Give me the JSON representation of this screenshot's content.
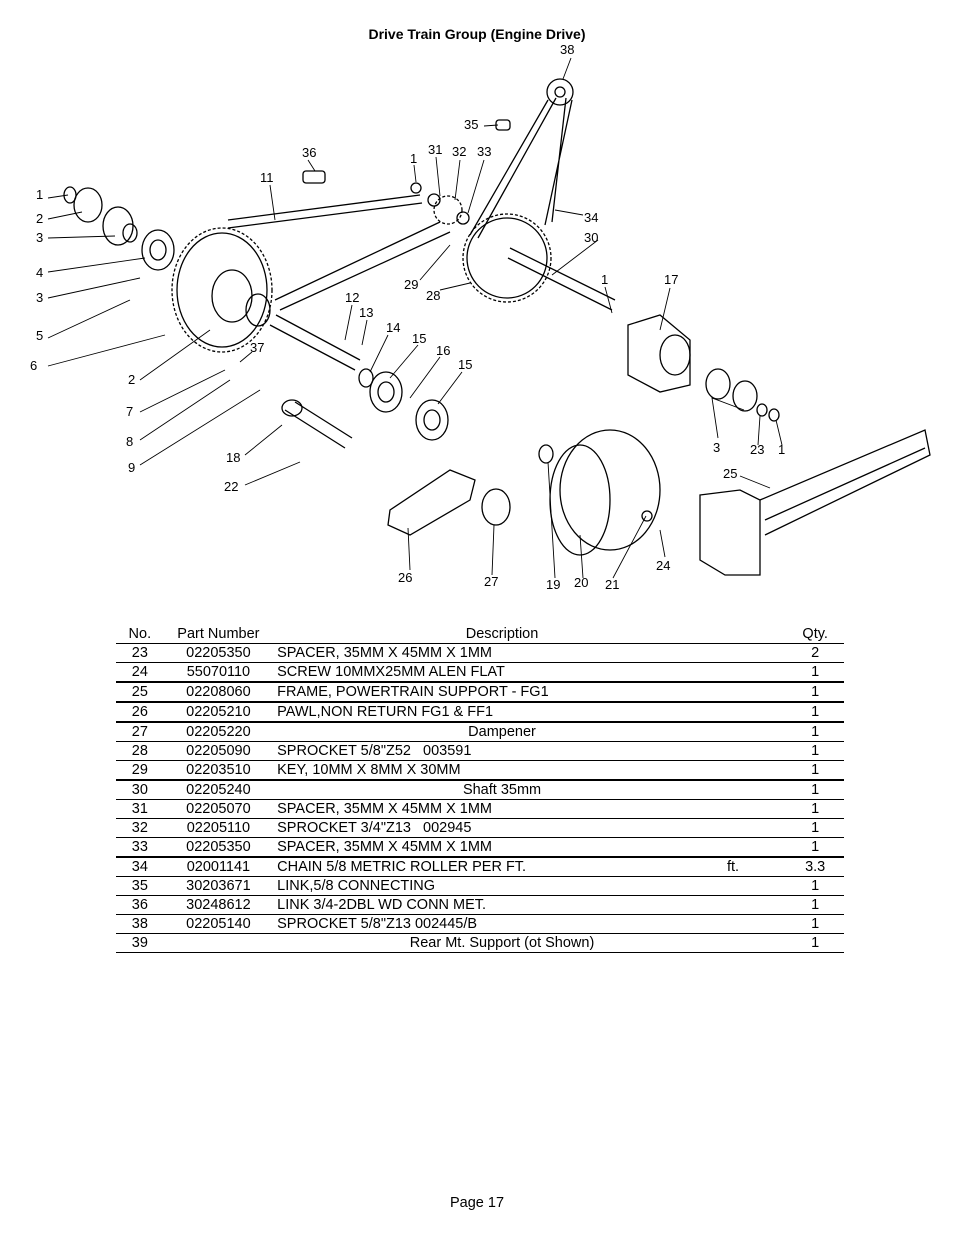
{
  "page": {
    "title": "Drive Train Group (Engine Drive)",
    "footer": "Page 17"
  },
  "diagram": {
    "callouts": {
      "c1a": "1",
      "c2a": "2",
      "c3a": "3",
      "c4": "4",
      "c3b": "3",
      "c5": "5",
      "c6": "6",
      "c2b": "2",
      "c7": "7",
      "c8": "8",
      "c9": "9",
      "c11": "11",
      "c36": "36",
      "c1b": "1",
      "c31": "31",
      "c32": "32",
      "c33": "33",
      "c35": "35",
      "c38": "38",
      "c34": "34",
      "c30": "30",
      "c29": "29",
      "c28": "28",
      "c12": "12",
      "c13": "13",
      "c14": "14",
      "c15a": "15",
      "c16": "16",
      "c15b": "15",
      "c37": "37",
      "c1c": "1",
      "c17": "17",
      "c3c": "3",
      "c23": "23",
      "c1d": "1",
      "c25": "25",
      "c18": "18",
      "c22": "22",
      "c26": "26",
      "c27": "27",
      "c19": "19",
      "c20": "20",
      "c21": "21",
      "c24": "24"
    }
  },
  "table": {
    "headers": {
      "no": "No.",
      "part_number": "Part Number",
      "description": "Description",
      "qty": "Qty."
    },
    "rows": [
      {
        "no": "23",
        "part_number": "02205350",
        "description": "SPACER, 35MM X 45MM X 1MM",
        "unit": "",
        "qty": "2"
      },
      {
        "no": "24",
        "part_number": "55070110",
        "description": "SCREW 10MMX25MM ALEN FLAT",
        "unit": "",
        "qty": "1"
      },
      {
        "no": "25",
        "part_number": "02208060",
        "description": "FRAME, POWERTRAIN SUPPORT - FG1",
        "unit": "",
        "qty": "1"
      },
      {
        "no": "26",
        "part_number": "02205210",
        "description": "PAWL,NON RETURN FG1 & FF1",
        "unit": "",
        "qty": "1"
      },
      {
        "no": "27",
        "part_number": "02205220",
        "description": "Dampener",
        "unit": "",
        "qty": "1"
      },
      {
        "no": "28",
        "part_number": "02205090",
        "description": "SPROCKET 5/8\"Z52   003591",
        "unit": "",
        "qty": "1"
      },
      {
        "no": "29",
        "part_number": "02203510",
        "description": "KEY, 10MM X 8MM X 30MM",
        "unit": "",
        "qty": "1"
      },
      {
        "no": "30",
        "part_number": "02205240",
        "description": "Shaft 35mm",
        "unit": "",
        "qty": "1"
      },
      {
        "no": "31",
        "part_number": "02205070",
        "description": "SPACER, 35MM X 45MM X 1MM",
        "unit": "",
        "qty": "1"
      },
      {
        "no": "32",
        "part_number": "02205110",
        "description": "SPROCKET 3/4\"Z13   002945",
        "unit": "",
        "qty": "1"
      },
      {
        "no": "33",
        "part_number": "02205350",
        "description": "SPACER, 35MM X 45MM X 1MM",
        "unit": "",
        "qty": "1"
      },
      {
        "no": "34",
        "part_number": "02001141",
        "description": "CHAIN 5/8 METRIC ROLLER PER FT.",
        "unit": "ft.",
        "qty": "3.3"
      },
      {
        "no": "35",
        "part_number": "30203671",
        "description": "LINK,5/8 CONNECTING",
        "unit": "",
        "qty": "1"
      },
      {
        "no": "36",
        "part_number": "30248612",
        "description": "LINK 3/4-2DBL WD CONN MET.",
        "unit": "",
        "qty": "1"
      },
      {
        "no": "38",
        "part_number": "02205140",
        "description": "SPROCKET 5/8\"Z13 002445/B",
        "unit": "",
        "qty": "1"
      },
      {
        "no": "39",
        "part_number": "",
        "description": "Rear Mt. Support (ot Shown)",
        "unit": "",
        "qty": "1"
      }
    ]
  }
}
